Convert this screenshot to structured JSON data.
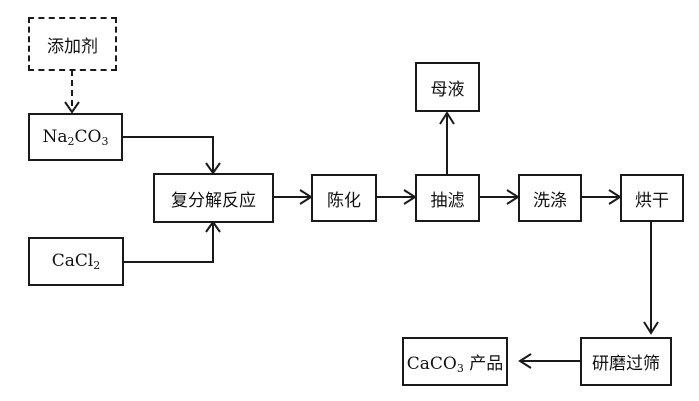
{
  "nodes": {
    "additive": {
      "label": "添加剂"
    },
    "na2co3": {
      "label_main": "Na",
      "sub1": "2",
      "mid": "CO",
      "sub2": "3"
    },
    "cacl2": {
      "label_main": "CaCl",
      "sub1": "2"
    },
    "reaction": {
      "label": "复分解反应"
    },
    "aging": {
      "label": "陈化"
    },
    "filtration": {
      "label": "抽滤"
    },
    "mother_liquor": {
      "label": "母液"
    },
    "washing": {
      "label": "洗涤"
    },
    "drying": {
      "label": "烘干"
    },
    "grinding": {
      "label": "研磨过筛"
    },
    "product": {
      "label_main": "CaCO",
      "sub1": "3",
      "suffix": " 产品"
    }
  },
  "edges": [
    {
      "from": "additive",
      "to": "na2co3",
      "style": "dashed"
    },
    {
      "from": "na2co3",
      "to": "reaction",
      "style": "solid"
    },
    {
      "from": "cacl2",
      "to": "reaction",
      "style": "solid"
    },
    {
      "from": "reaction",
      "to": "aging",
      "style": "solid"
    },
    {
      "from": "aging",
      "to": "filtration",
      "style": "solid"
    },
    {
      "from": "filtration",
      "to": "mother_liquor",
      "style": "solid"
    },
    {
      "from": "filtration",
      "to": "washing",
      "style": "solid"
    },
    {
      "from": "washing",
      "to": "drying",
      "style": "solid"
    },
    {
      "from": "drying",
      "to": "grinding",
      "style": "solid"
    },
    {
      "from": "grinding",
      "to": "product",
      "style": "solid"
    }
  ]
}
